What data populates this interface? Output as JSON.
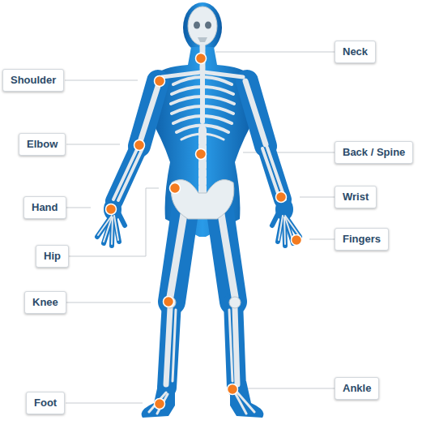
{
  "diagram": {
    "nodes": [
      {
        "text": [
          "Neck"
        ]
      },
      {
        "text": [
          "Shoulder"
        ]
      },
      {
        "text": [
          "Elbow"
        ]
      },
      {
        "text": [
          "Back / Spine"
        ]
      },
      {
        "text": [
          "Wrist"
        ]
      },
      {
        "text": [
          "Hand"
        ]
      },
      {
        "text": [
          "Fingers"
        ]
      },
      {
        "text": [
          "Hip"
        ]
      },
      {
        "text": [
          "Knee"
        ]
      },
      {
        "text": [
          "Ankle"
        ]
      },
      {
        "text": [
          "Foot"
        ]
      }
    ]
  }
}
